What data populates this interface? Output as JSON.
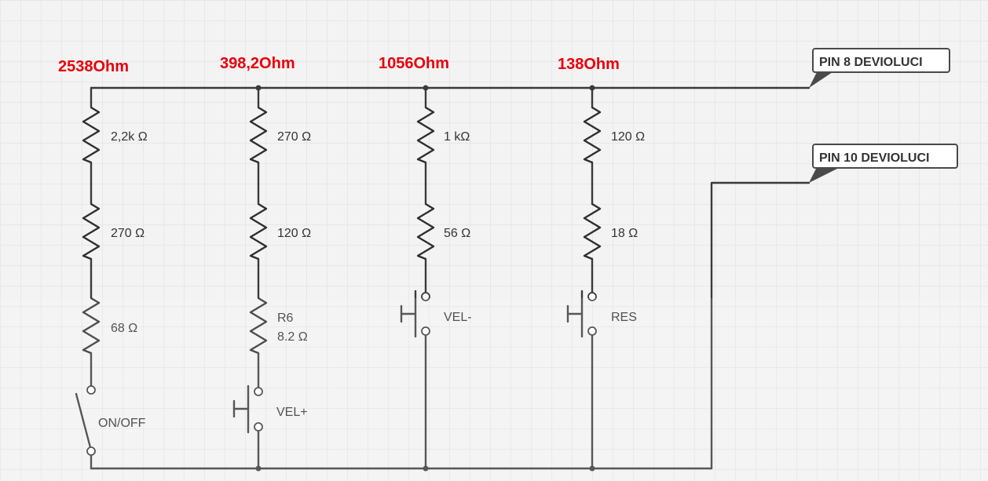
{
  "colors": {
    "background": "#f3f3f3",
    "grid": "#dcdcdc",
    "wire": "#3a3a3a",
    "total_label": "#e8000b"
  },
  "totals": [
    "2538Ohm",
    "398,2Ohm",
    "1056Ohm",
    "138Ohm"
  ],
  "branches": [
    {
      "resistors": [
        {
          "label": "2,2k Ω"
        },
        {
          "label": "270 Ω"
        },
        {
          "label": "68 Ω"
        }
      ],
      "switch": {
        "type": "toggle",
        "label": "ON/OFF"
      }
    },
    {
      "resistors": [
        {
          "label": "270 Ω"
        },
        {
          "label": "120 Ω"
        },
        {
          "name": "R6",
          "label": "8.2 Ω"
        }
      ],
      "switch": {
        "type": "pushbutton",
        "label": "VEL+"
      }
    },
    {
      "resistors": [
        {
          "label": "1 kΩ"
        },
        {
          "label": "56 Ω"
        }
      ],
      "switch": {
        "type": "pushbutton",
        "label": "VEL-"
      }
    },
    {
      "resistors": [
        {
          "label": "120 Ω"
        },
        {
          "label": "18 Ω"
        }
      ],
      "switch": {
        "type": "pushbutton",
        "label": "RES"
      }
    }
  ],
  "pins": {
    "pin8": "PIN 8 DEVIOLUCI",
    "pin10": "PIN 10 DEVIOLUCI"
  }
}
